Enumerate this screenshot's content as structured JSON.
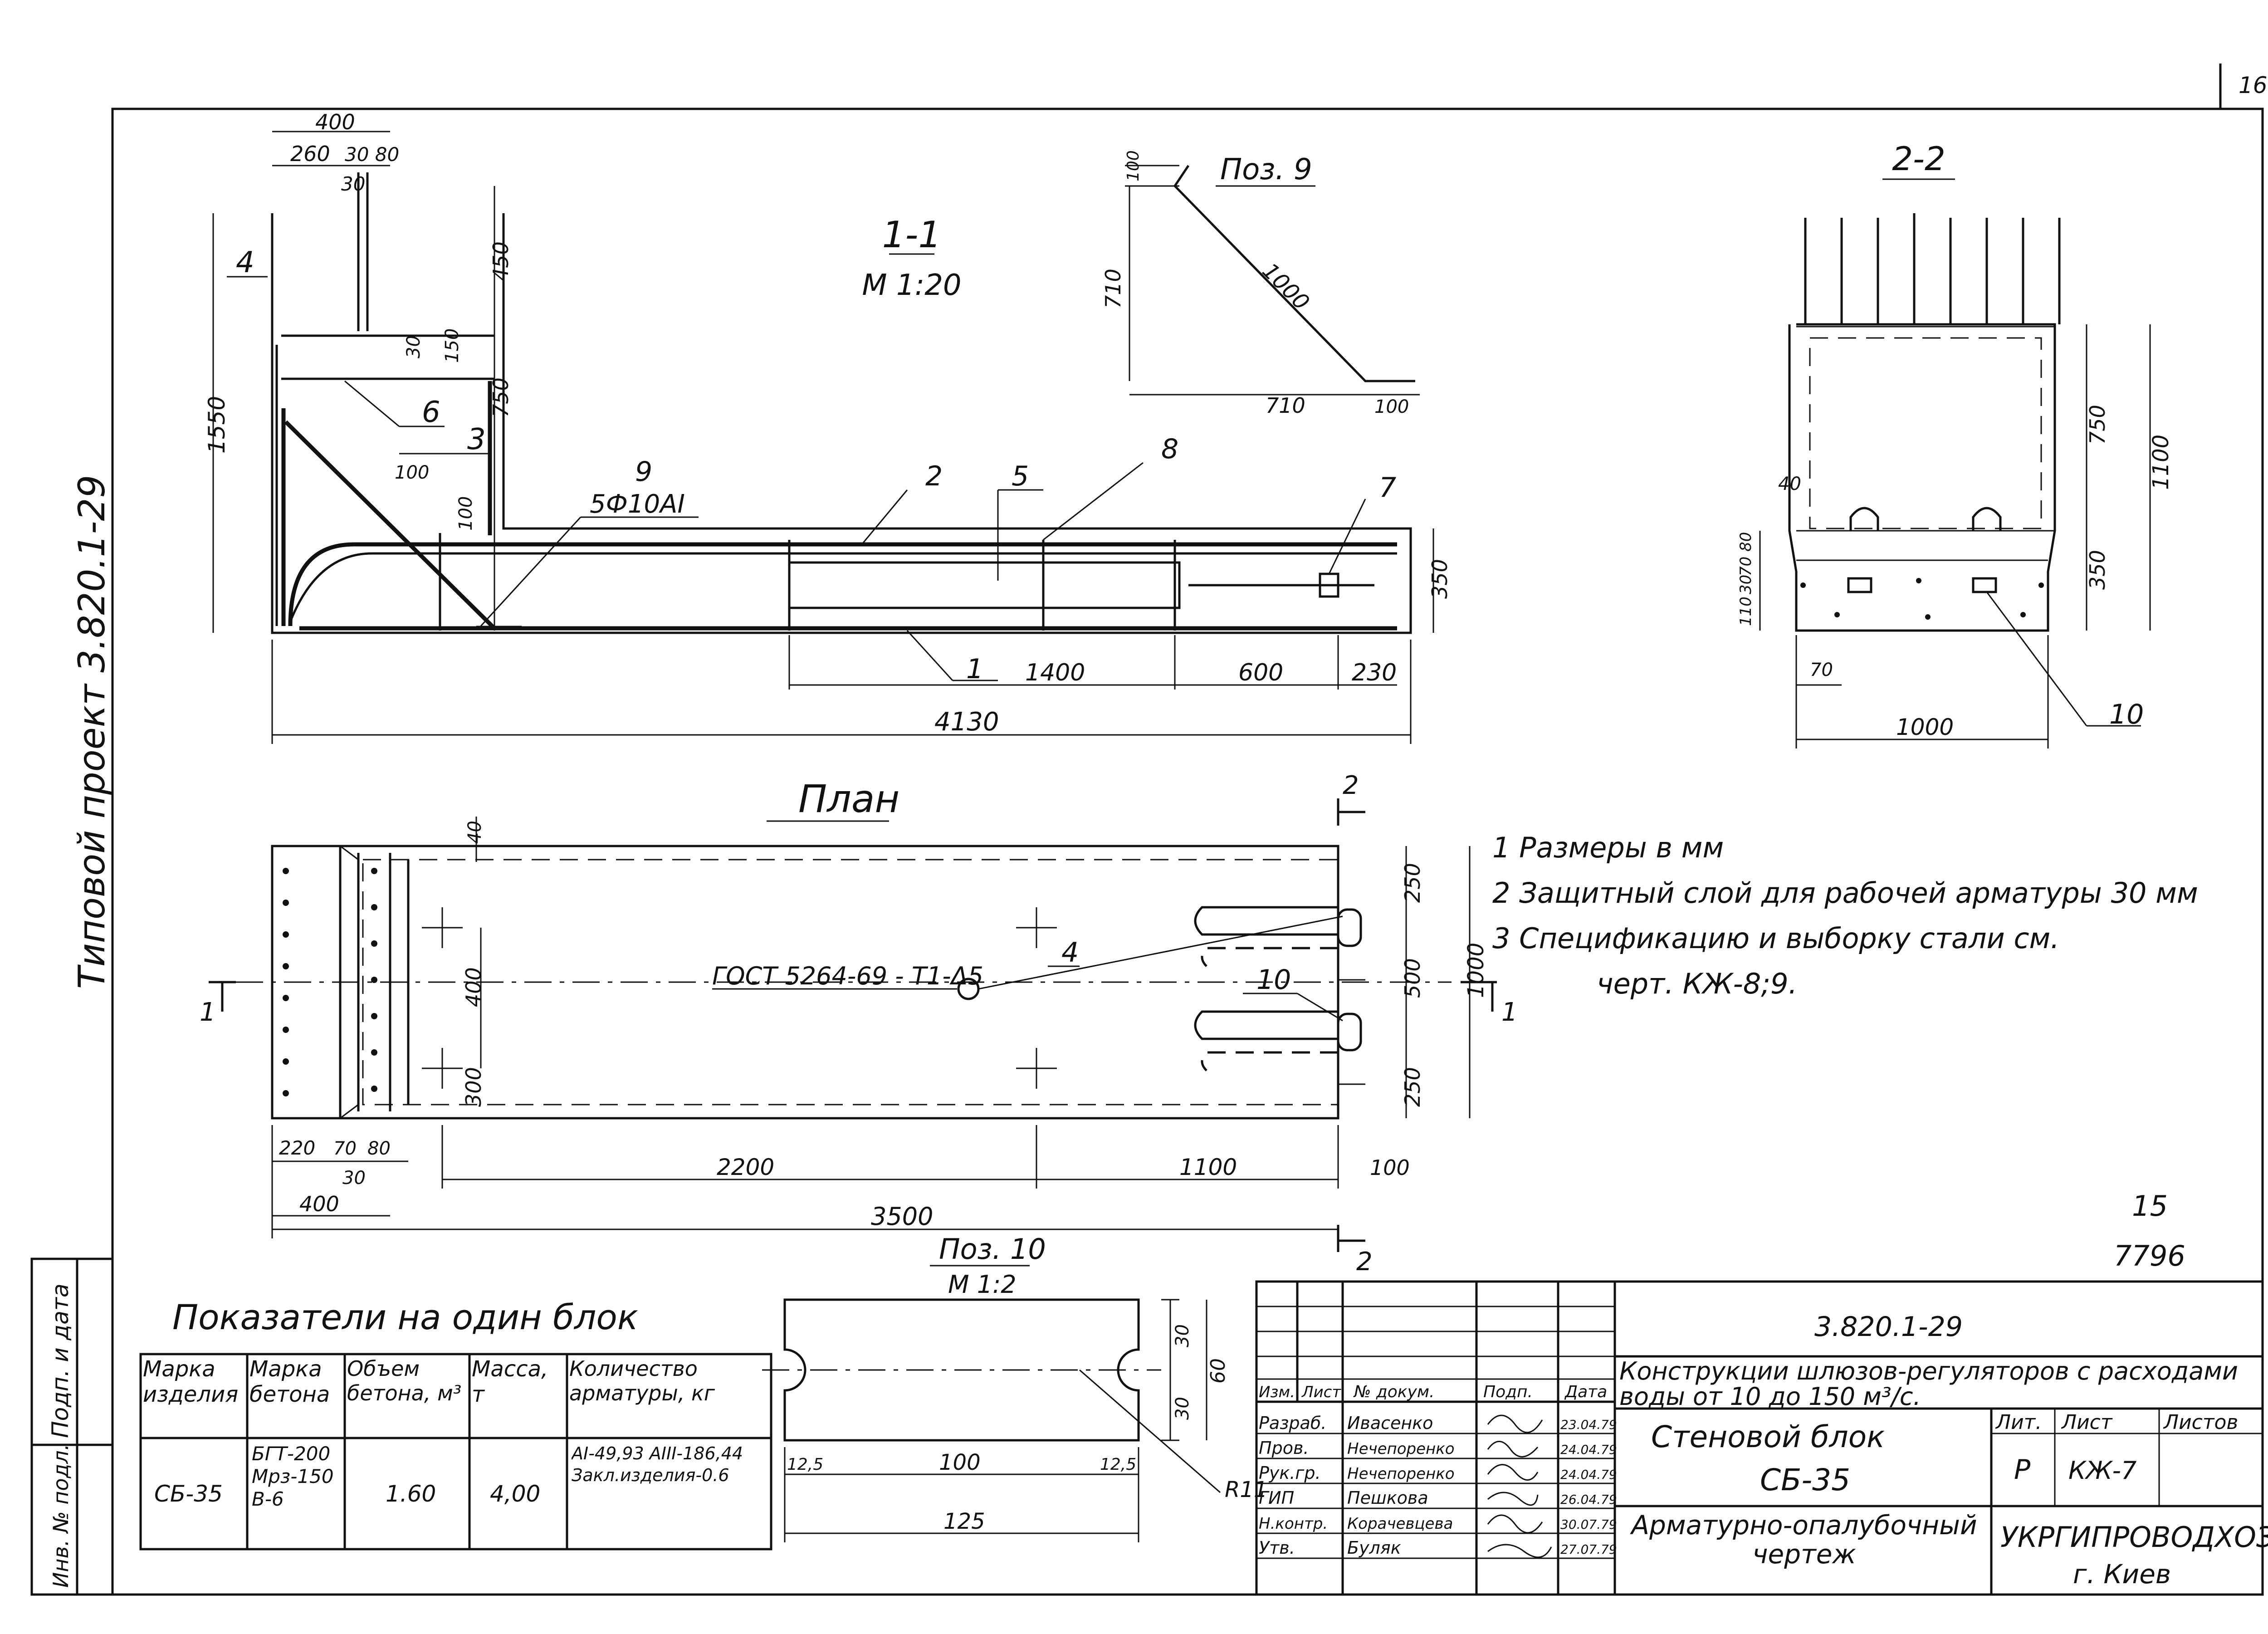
{
  "sheet_number": "16",
  "left_strip": {
    "project": "Типовой проект 3.820.1-29",
    "sign_date_label": "Подп. и дата",
    "inv_label": "Инв. № подл."
  },
  "section_1_1": {
    "title": "1-1",
    "scale": "М 1:20",
    "dims": {
      "top_400": "400",
      "d260": "260",
      "d3080": "30 80",
      "d30": "30",
      "d450": "450",
      "d30b": "30",
      "d150": "150",
      "d750": "750",
      "d1550": "1550",
      "d100h": "100",
      "d100v": "100",
      "d350": "350",
      "d1400": "1400",
      "d600": "600",
      "d230": "230",
      "d4130": "4130"
    },
    "callouts": {
      "p4": "4",
      "p6": "6",
      "p3": "3",
      "p9": "9",
      "p9_spec": "5Ф10АI",
      "p2": "2",
      "p5": "5",
      "p8": "8",
      "p7": "7",
      "p1": "1"
    }
  },
  "poz9": {
    "title": "Поз. 9",
    "d100a": "100",
    "d710v": "710",
    "d1000": "1000",
    "d710h": "710",
    "d100b": "100"
  },
  "section_2_2": {
    "title": "2-2",
    "d40": "40",
    "d750": "750",
    "d1100": "1100",
    "d350": "350",
    "d7080": "70 80",
    "d30": "30",
    "d110": "110",
    "d70": "70",
    "d1000": "1000",
    "p10": "10"
  },
  "plan": {
    "title": "План",
    "d40": "40",
    "gost": "ГОСТ 5264-69 - Т1-Δ5",
    "p4": "4",
    "p10": "10",
    "d400": "400",
    "d300": "300",
    "d250a": "250",
    "d500": "500",
    "d250b": "250",
    "d1000": "1000",
    "d220": "220",
    "d70": "70",
    "d80": "80",
    "d30": "30",
    "d400b": "400",
    "d2200": "2200",
    "d1100": "1100",
    "d100": "100",
    "d3500": "3500",
    "cut1": "1",
    "cut2": "2"
  },
  "notes": [
    "1 Размеры в мм",
    "2 Защитный слой для рабочей арматуры 30 мм",
    "3 Спецификацию и выборку стали см.",
    "черт. КЖ-8;9."
  ],
  "extra_marks": {
    "m15": "15",
    "m7796": "7796"
  },
  "poz10": {
    "title": "Поз. 10",
    "scale": "М 1:2",
    "d30a": "30",
    "d60": "60",
    "d30b": "30",
    "d125a": "12,5",
    "d100": "100",
    "d125b": "12,5",
    "d125": "125",
    "r11": "R11"
  },
  "indicators": {
    "title": "Показатели на один блок",
    "headers": [
      "Марка изделия",
      "Марка бетона",
      "Объем бетона, м³",
      "Масса, т",
      "Количество арматуры, кг"
    ],
    "row": [
      "СБ-35",
      "БГТ-200 Мрз-150 В-6",
      "1.60",
      "4,00",
      "АI-49,93 АIII-186,44 Закл.изделия-0.6"
    ]
  },
  "title_block": {
    "code": "3.820.1-29",
    "project_title": "Конструкции шлюзов-регуляторов с расходами воды от 10 до 150 м³/с.",
    "col_headers": [
      "Изм.",
      "Лист",
      "№ докум.",
      "Подп.",
      "Дата"
    ],
    "people": [
      {
        "role": "Разраб.",
        "name": "Ивасенко",
        "date": "23.04.79"
      },
      {
        "role": "Пров.",
        "name": "Нечепоренко",
        "date": "24.04.79"
      },
      {
        "role": "Рук.гр.",
        "name": "Нечепоренко",
        "date": "24.04.79"
      },
      {
        "role": "ГИП",
        "name": "Пешкова",
        "date": "26.04.79"
      },
      {
        "role": "Н.контр.",
        "name": "Корачевцева",
        "date": "30.07.79"
      },
      {
        "role": "Утв.",
        "name": "Буляк",
        "date": "27.07.79"
      }
    ],
    "element_name": "Стеновой блок",
    "element_code": "СБ-35",
    "drawing_type": "Арматурно-опалубочный чертеж",
    "lit_label": "Лит.",
    "sheet_label": "Лист",
    "sheets_label": "Листов",
    "lit_value": "Р",
    "sheet_value": "КЖ-7",
    "org": "УКРГИПРОВОДХОЗ",
    "city": "г. Киев"
  }
}
